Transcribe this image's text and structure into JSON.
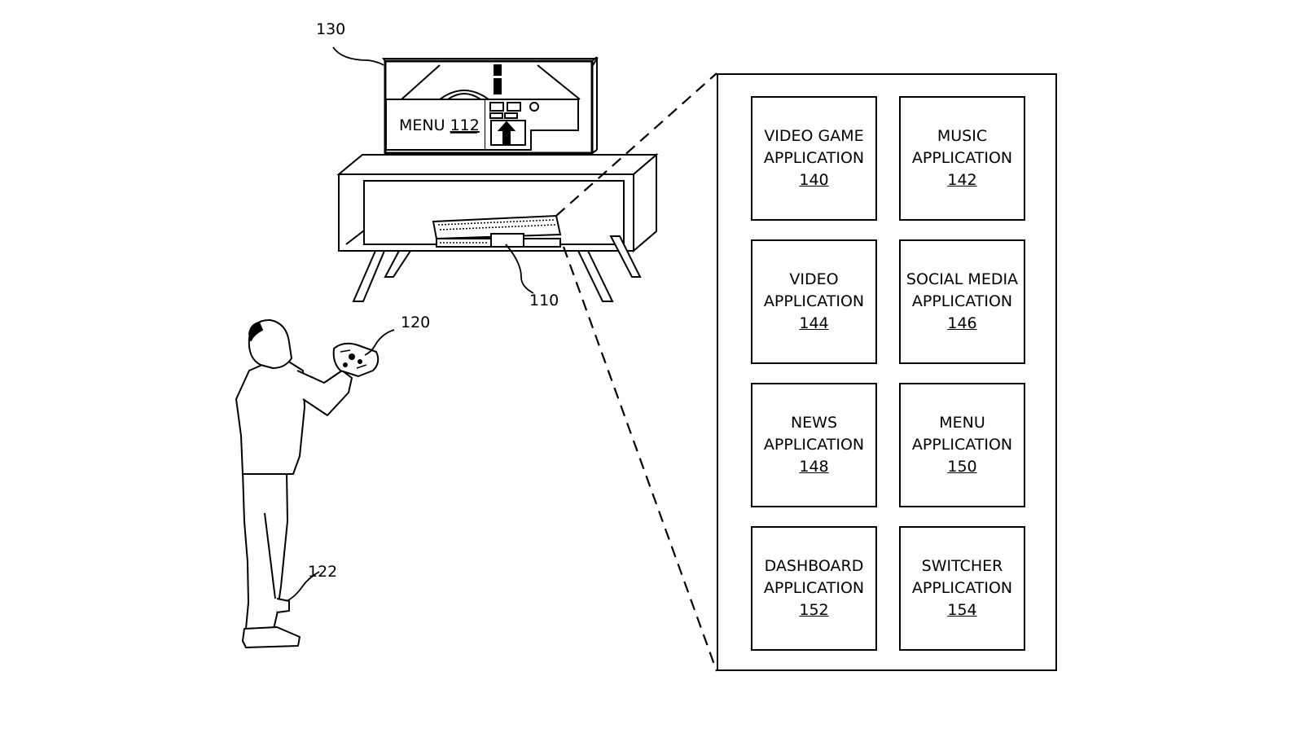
{
  "labels": {
    "ref_130": "130",
    "ref_110": "110",
    "ref_120": "120",
    "ref_122": "122",
    "menu_word": "MENU",
    "menu_num": "112"
  },
  "apps": [
    {
      "name_1": "VIDEO GAME",
      "name_2": "APPLICATION",
      "num": "140"
    },
    {
      "name_1": "MUSIC",
      "name_2": "APPLICATION",
      "num": "142"
    },
    {
      "name_1": "VIDEO",
      "name_2": "APPLICATION",
      "num": "144"
    },
    {
      "name_1": "SOCIAL MEDIA",
      "name_2": "APPLICATION",
      "num": "146"
    },
    {
      "name_1": "NEWS",
      "name_2": "APPLICATION",
      "num": "148"
    },
    {
      "name_1": "MENU",
      "name_2": "APPLICATION",
      "num": "150"
    },
    {
      "name_1": "DASHBOARD",
      "name_2": "APPLICATION",
      "num": "152"
    },
    {
      "name_1": "SWITCHER",
      "name_2": "APPLICATION",
      "num": "154"
    }
  ]
}
